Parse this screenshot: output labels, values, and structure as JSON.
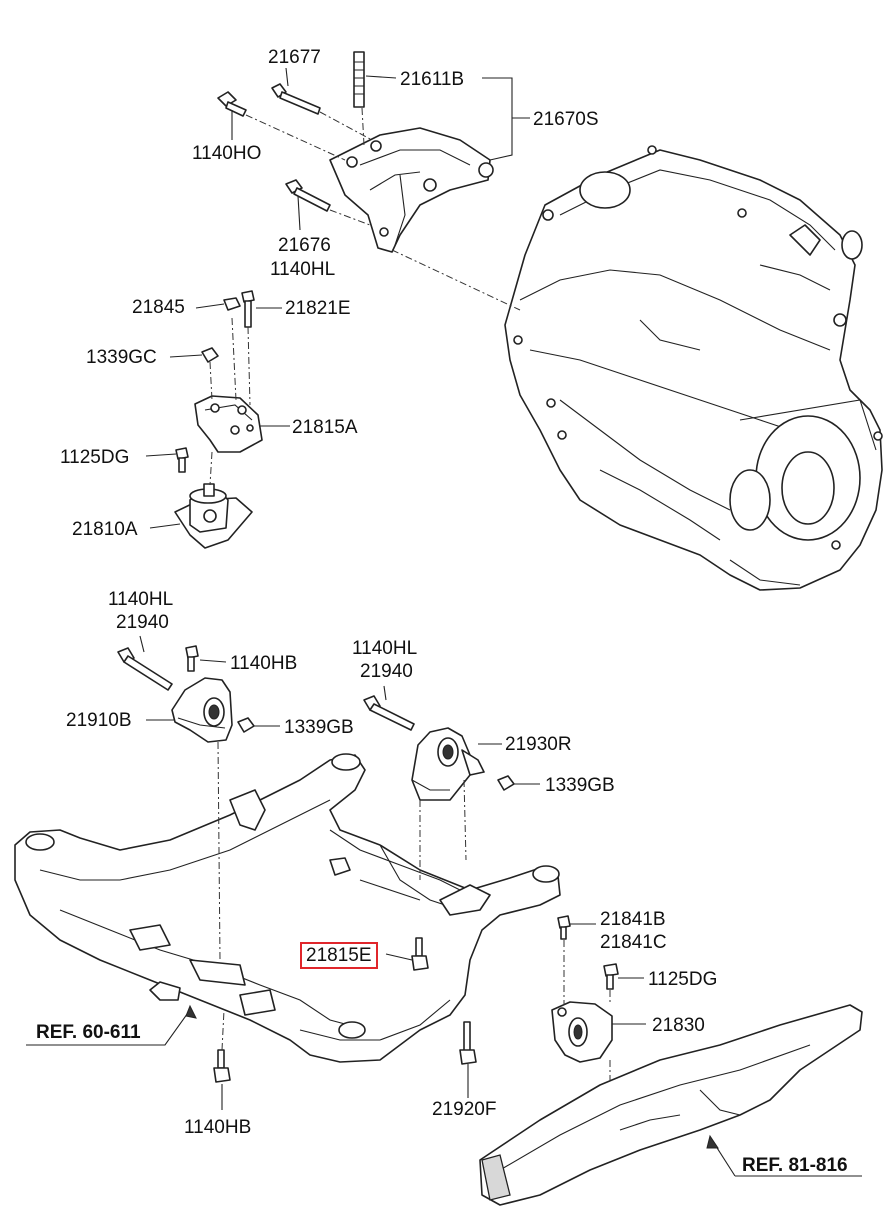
{
  "labels": {
    "p21677": "21677",
    "p21611B": "21611B",
    "p21670S": "21670S",
    "p1140HO": "1140HO",
    "p21676": "21676",
    "p1140HL_a": "1140HL",
    "p21845": "21845",
    "p21821E": "21821E",
    "p1339GC": "1339GC",
    "p21815A": "21815A",
    "p1125DG_a": "1125DG",
    "p21810A": "21810A",
    "p1140HL_b": "1140HL",
    "p21940_a": "21940",
    "p1140HB_a": "1140HB",
    "p21910B": "21910B",
    "p1339GB_a": "1339GB",
    "p1140HL_c": "1140HL",
    "p21940_b": "21940",
    "p21930R": "21930R",
    "p1339GB_b": "1339GB",
    "p21815E": "21815E",
    "p21841B": "21841B",
    "p21841C": "21841C",
    "p1125DG_b": "1125DG",
    "p21830": "21830",
    "p1140HB_b": "1140HB",
    "p21920F": "21920F"
  },
  "references": {
    "ref_left": "REF. 60-611",
    "ref_right": "REF. 81-816"
  },
  "highlight": {
    "part": "21815E",
    "color": "#e0262b"
  }
}
